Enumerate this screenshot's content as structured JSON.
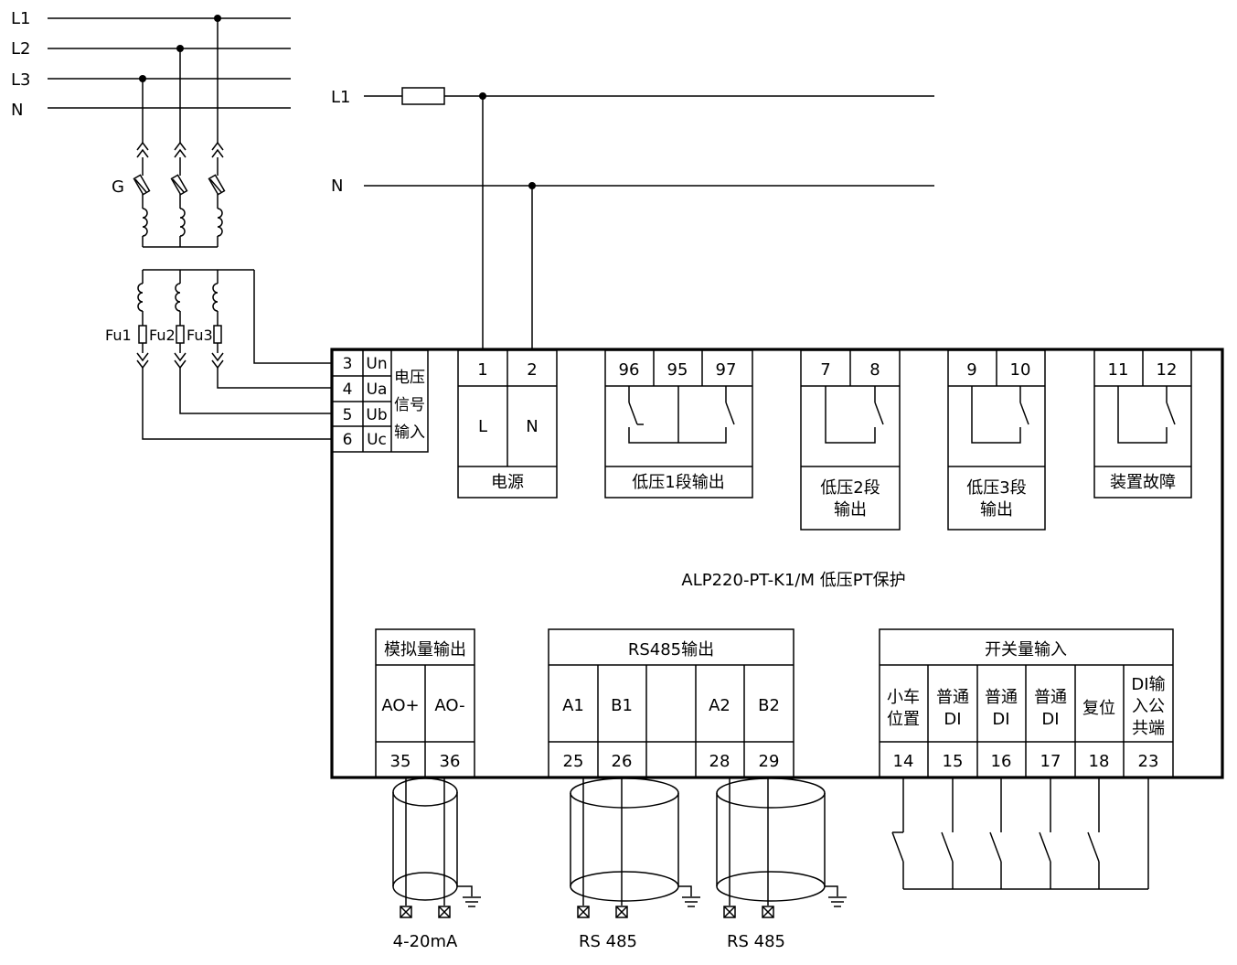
{
  "bus_left": {
    "l1": "L1",
    "l2": "L2",
    "l3": "L3",
    "n": "N"
  },
  "bus_right": {
    "l1": "L1",
    "n": "N"
  },
  "pt": {
    "g_label": "G",
    "fuses": [
      "Fu1",
      "Fu2",
      "Fu3"
    ]
  },
  "voltage_input": {
    "rows": [
      {
        "num": "3",
        "sig": "Un"
      },
      {
        "num": "4",
        "sig": "Ua"
      },
      {
        "num": "5",
        "sig": "Ub"
      },
      {
        "num": "6",
        "sig": "Uc"
      }
    ],
    "label_lines": [
      "电压",
      "信号",
      "输入"
    ]
  },
  "power": {
    "terminals": [
      "1",
      "2"
    ],
    "pins": [
      "L",
      "N"
    ],
    "label": "电源"
  },
  "low_voltage_1": {
    "terminals": [
      "96",
      "95",
      "97"
    ],
    "label": "低压1段输出"
  },
  "low_voltage_2": {
    "terminals": [
      "7",
      "8"
    ],
    "label_lines": [
      "低压2段",
      "输出"
    ]
  },
  "low_voltage_3": {
    "terminals": [
      "9",
      "10"
    ],
    "label_lines": [
      "低压3段",
      "输出"
    ]
  },
  "device_fault": {
    "terminals": [
      "11",
      "12"
    ],
    "label": "装置故障"
  },
  "device_title": "ALP220-PT-K1/M 低压PT保护",
  "analog_output": {
    "header": "模拟量输出",
    "signals": [
      "AO+",
      "AO-"
    ],
    "terminals": [
      "35",
      "36"
    ]
  },
  "rs485_output": {
    "header": "RS485输出",
    "signals": [
      "A1",
      "B1",
      "",
      "A2",
      "B2"
    ],
    "terminals": [
      "25",
      "26",
      "",
      "28",
      "29"
    ]
  },
  "switch_input": {
    "header": "开关量输入",
    "signals": [
      [
        "小车",
        "位置"
      ],
      [
        "普通",
        "DI"
      ],
      [
        "普通",
        "DI"
      ],
      [
        "普通",
        "DI"
      ],
      [
        "复位"
      ],
      [
        "DI输",
        "入公",
        "共端"
      ]
    ],
    "terminals": [
      "14",
      "15",
      "16",
      "17",
      "18",
      "23"
    ]
  },
  "bottom_labels": {
    "analog": "4-20mA",
    "rs485_1": "RS 485",
    "rs485_2": "RS 485"
  }
}
